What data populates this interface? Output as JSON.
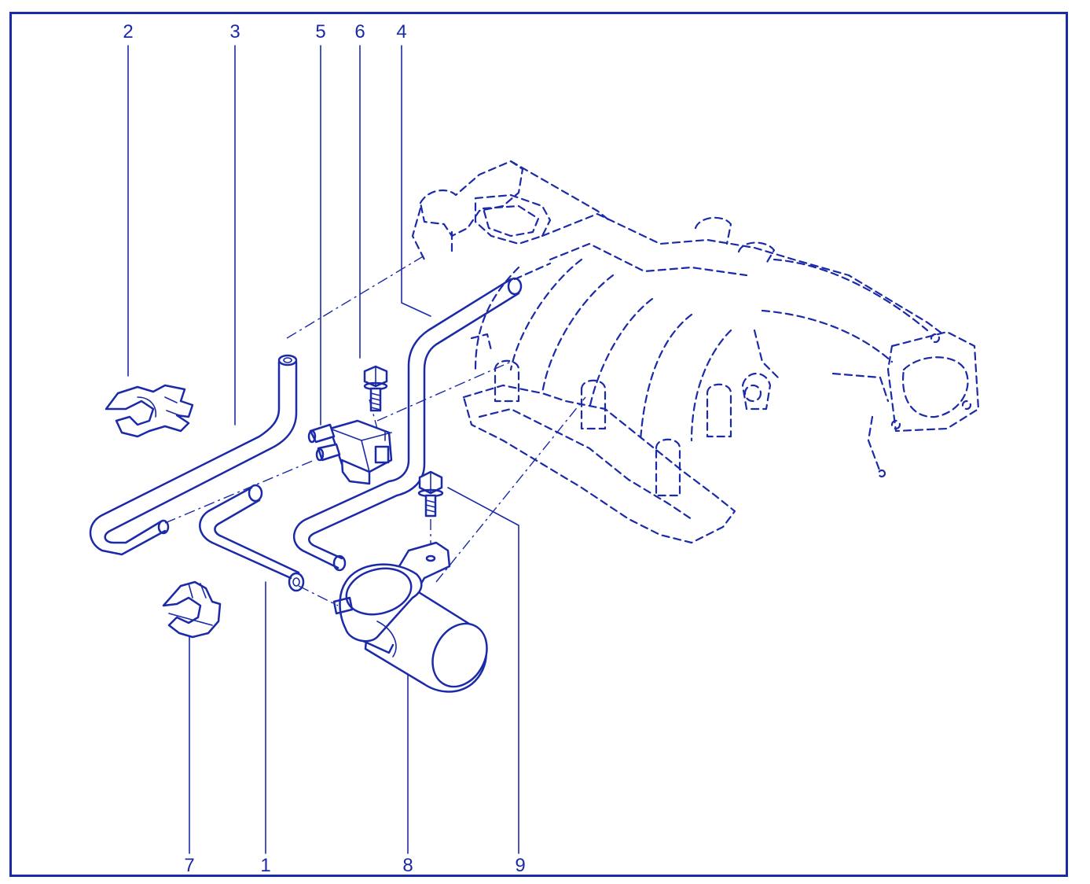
{
  "diagram": {
    "colors": {
      "ink": "#1a2aa8",
      "background": "#ffffff"
    },
    "callouts": [
      "2",
      "3",
      "5",
      "6",
      "4",
      "7",
      "1",
      "8",
      "9"
    ]
  }
}
